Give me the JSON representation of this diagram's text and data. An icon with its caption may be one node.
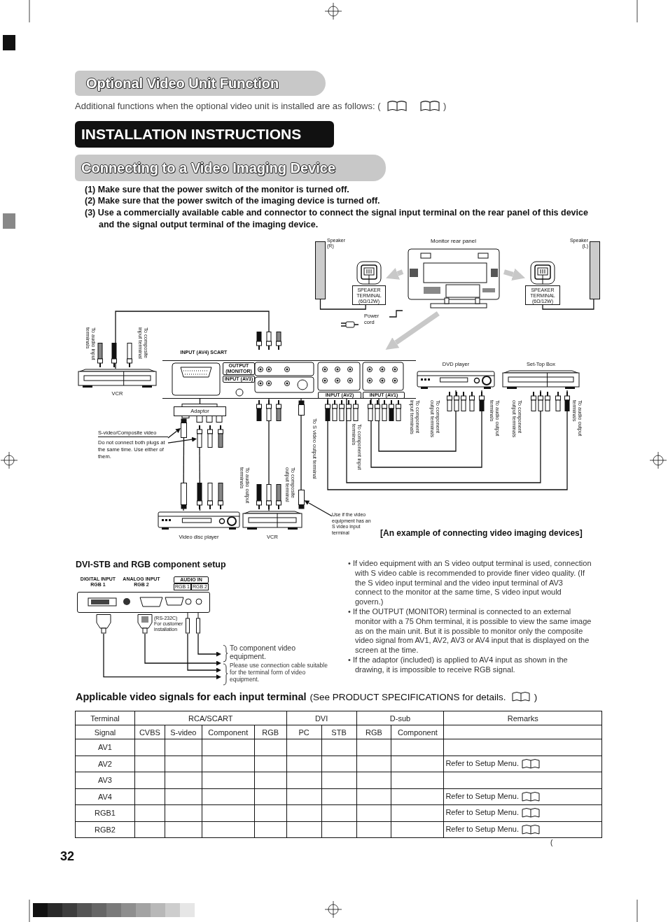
{
  "diagram": {
    "title": "INSTALLATION INSTRUCTIONS",
    "nodes": [
      {
        "text": [
          "Monitor rear panel"
        ]
      },
      {
        "text": [
          "Speaker (R)"
        ]
      },
      {
        "text": [
          "Speaker (L)"
        ]
      },
      {
        "text": [
          "SPEAKER TERMINAL (6Ω/12W)"
        ]
      },
      {
        "text": [
          "SPEAKER TERMINAL (6Ω/12W)"
        ]
      },
      {
        "text": [
          "Power cord"
        ]
      },
      {
        "text": [
          "INPUT (AV4) SCART",
          "OUTPUT (MONITOR)",
          "INPUT (AV3)",
          "INPUT (AV2)",
          "INPUT (AV1)"
        ]
      },
      {
        "text": [
          "VCR"
        ]
      },
      {
        "text": [
          "Adaptor"
        ]
      },
      {
        "text": [
          "S-video/Composite video",
          "Do not connect both plugs at the same time. Use either of them."
        ]
      },
      {
        "text": [
          "Video disc player"
        ]
      },
      {
        "text": [
          "VCR"
        ]
      },
      {
        "text": [
          "Use if the video equipment has an S video input terminal"
        ]
      },
      {
        "text": [
          "DVD player"
        ]
      },
      {
        "text": [
          "Set-Top Box"
        ]
      },
      {
        "text": [
          "DIGITAL INPUT RGB 1",
          "ANALOG INPUT RGB 2",
          "AUDIO IN",
          "RGB 1",
          "RGB 2",
          "(RS-232C) For customer installation"
        ]
      },
      {
        "text": [
          "To component video equipment.",
          "Please use connection cable suitable for the terminal form of video equipment."
        ]
      },
      {
        "text": [],
        "shape": "plug"
      },
      {
        "text": [],
        "shape": "plug"
      },
      {
        "text": [],
        "shape": "plug"
      }
    ],
    "edges": [
      {
        "from": 0,
        "to": 3,
        "arrow": "to",
        "style": "thick",
        "color": "#c8c8c8"
      },
      {
        "from": 0,
        "to": 4,
        "arrow": "to",
        "style": "thick",
        "color": "#c8c8c8"
      },
      {
        "from": 0,
        "to": 6,
        "arrow": "to",
        "style": "thick",
        "color": "#c8c8c8"
      },
      {
        "from": 1,
        "to": 3,
        "arrow": "none"
      },
      {
        "from": 2,
        "to": 4,
        "arrow": "none"
      },
      {
        "from": 5,
        "to": 0,
        "arrow": "none"
      },
      {
        "from": 6,
        "to": 7,
        "arrow": "other"
      },
      {
        "from": 8,
        "to": 6,
        "arrow": "none"
      },
      {
        "from": 10,
        "to": 18,
        "arrow": "other"
      },
      {
        "from": 11,
        "to": 6,
        "arrow": "other"
      },
      {
        "from": 19,
        "to": 6,
        "arrow": "other"
      },
      {
        "from": 13,
        "to": 6,
        "arrow": "other"
      },
      {
        "from": 13,
        "to": 6,
        "arrow": "other"
      },
      {
        "from": 14,
        "to": 6,
        "arrow": "other"
      },
      {
        "from": 14,
        "to": 6,
        "arrow": "other"
      },
      {
        "from": 9,
        "to": 17,
        "arrow": "to"
      },
      {
        "from": 9,
        "to": 18,
        "arrow": "to"
      },
      {
        "from": 12,
        "to": 19,
        "arrow": "to"
      },
      {
        "from": 15,
        "to": 16,
        "arrow": "to"
      },
      {
        "from": 15,
        "to": 16,
        "arrow": "to"
      },
      {
        "from": 15,
        "to": 16,
        "arrow": "to"
      },
      {
        "from": 15,
        "to": 16,
        "arrow": "to"
      },
      {
        "from": 10,
        "to": 17,
        "arrow": "other"
      }
    ],
    "labels": [
      "Optional Video Unit Function",
      "Additional functions when the optional video unit is installed are as follows: (",
      ")",
      "Connecting to a Video Imaging Device",
      "(1) Make sure that the power switch of the monitor is turned off.",
      "(2) Make sure that the power switch of the imaging device is turned off.",
      "(3) Use a commercially available cable and connector to connect the signal input terminal on the rear panel of this device and the signal output terminal of the imaging device.",
      "To audio input terminals",
      "To composite input terminal",
      "To audio output terminals",
      "To composite output terminal",
      "To S video output terminal",
      "To component input terminals",
      "To component input terminals",
      "To component output terminals",
      "To audio output terminals",
      "To component output terminals",
      "To audio output terminals",
      "[An example of connecting video imaging devices]",
      "DVI-STB and RGB component setup",
      "• If video equipment with an S video output terminal is used, connection with S video cable is recommended to provide finer video quality. (If the S video input terminal and the video input terminal of AV3 connect to the monitor at the same time, S video input would govern.)",
      "• If the OUTPUT (MONITOR) terminal is connected to an external monitor with a 75 Ohm terminal, it is possible to view the same image as on the main unit. But it is possible to monitor only the composite video signal from AV1, AV2, AV3 or AV4 input that is displayed on the screen at the time.",
      "• If the adaptor (included) is applied to AV4 input as shown in the drawing, it is impossible to receive RGB signal.",
      "Applicable video signals for each input terminal",
      "(See PRODUCT SPECIFICATIONS for details.",
      ")",
      "Terminal",
      "RCA/SCART",
      "DVI",
      "D-sub",
      "Remarks",
      "Signal",
      "CVBS",
      "S-video",
      "Component",
      "RGB",
      "PC",
      "STB",
      "RGB",
      "Component",
      "AV1",
      "AV2",
      "Refer to Setup Menu.",
      "AV3",
      "AV4",
      "Refer to Setup Menu.",
      "RGB1",
      "Refer to Setup Menu.",
      "RGB2",
      "Refer to Setup Menu.",
      "32",
      "("
    ]
  }
}
